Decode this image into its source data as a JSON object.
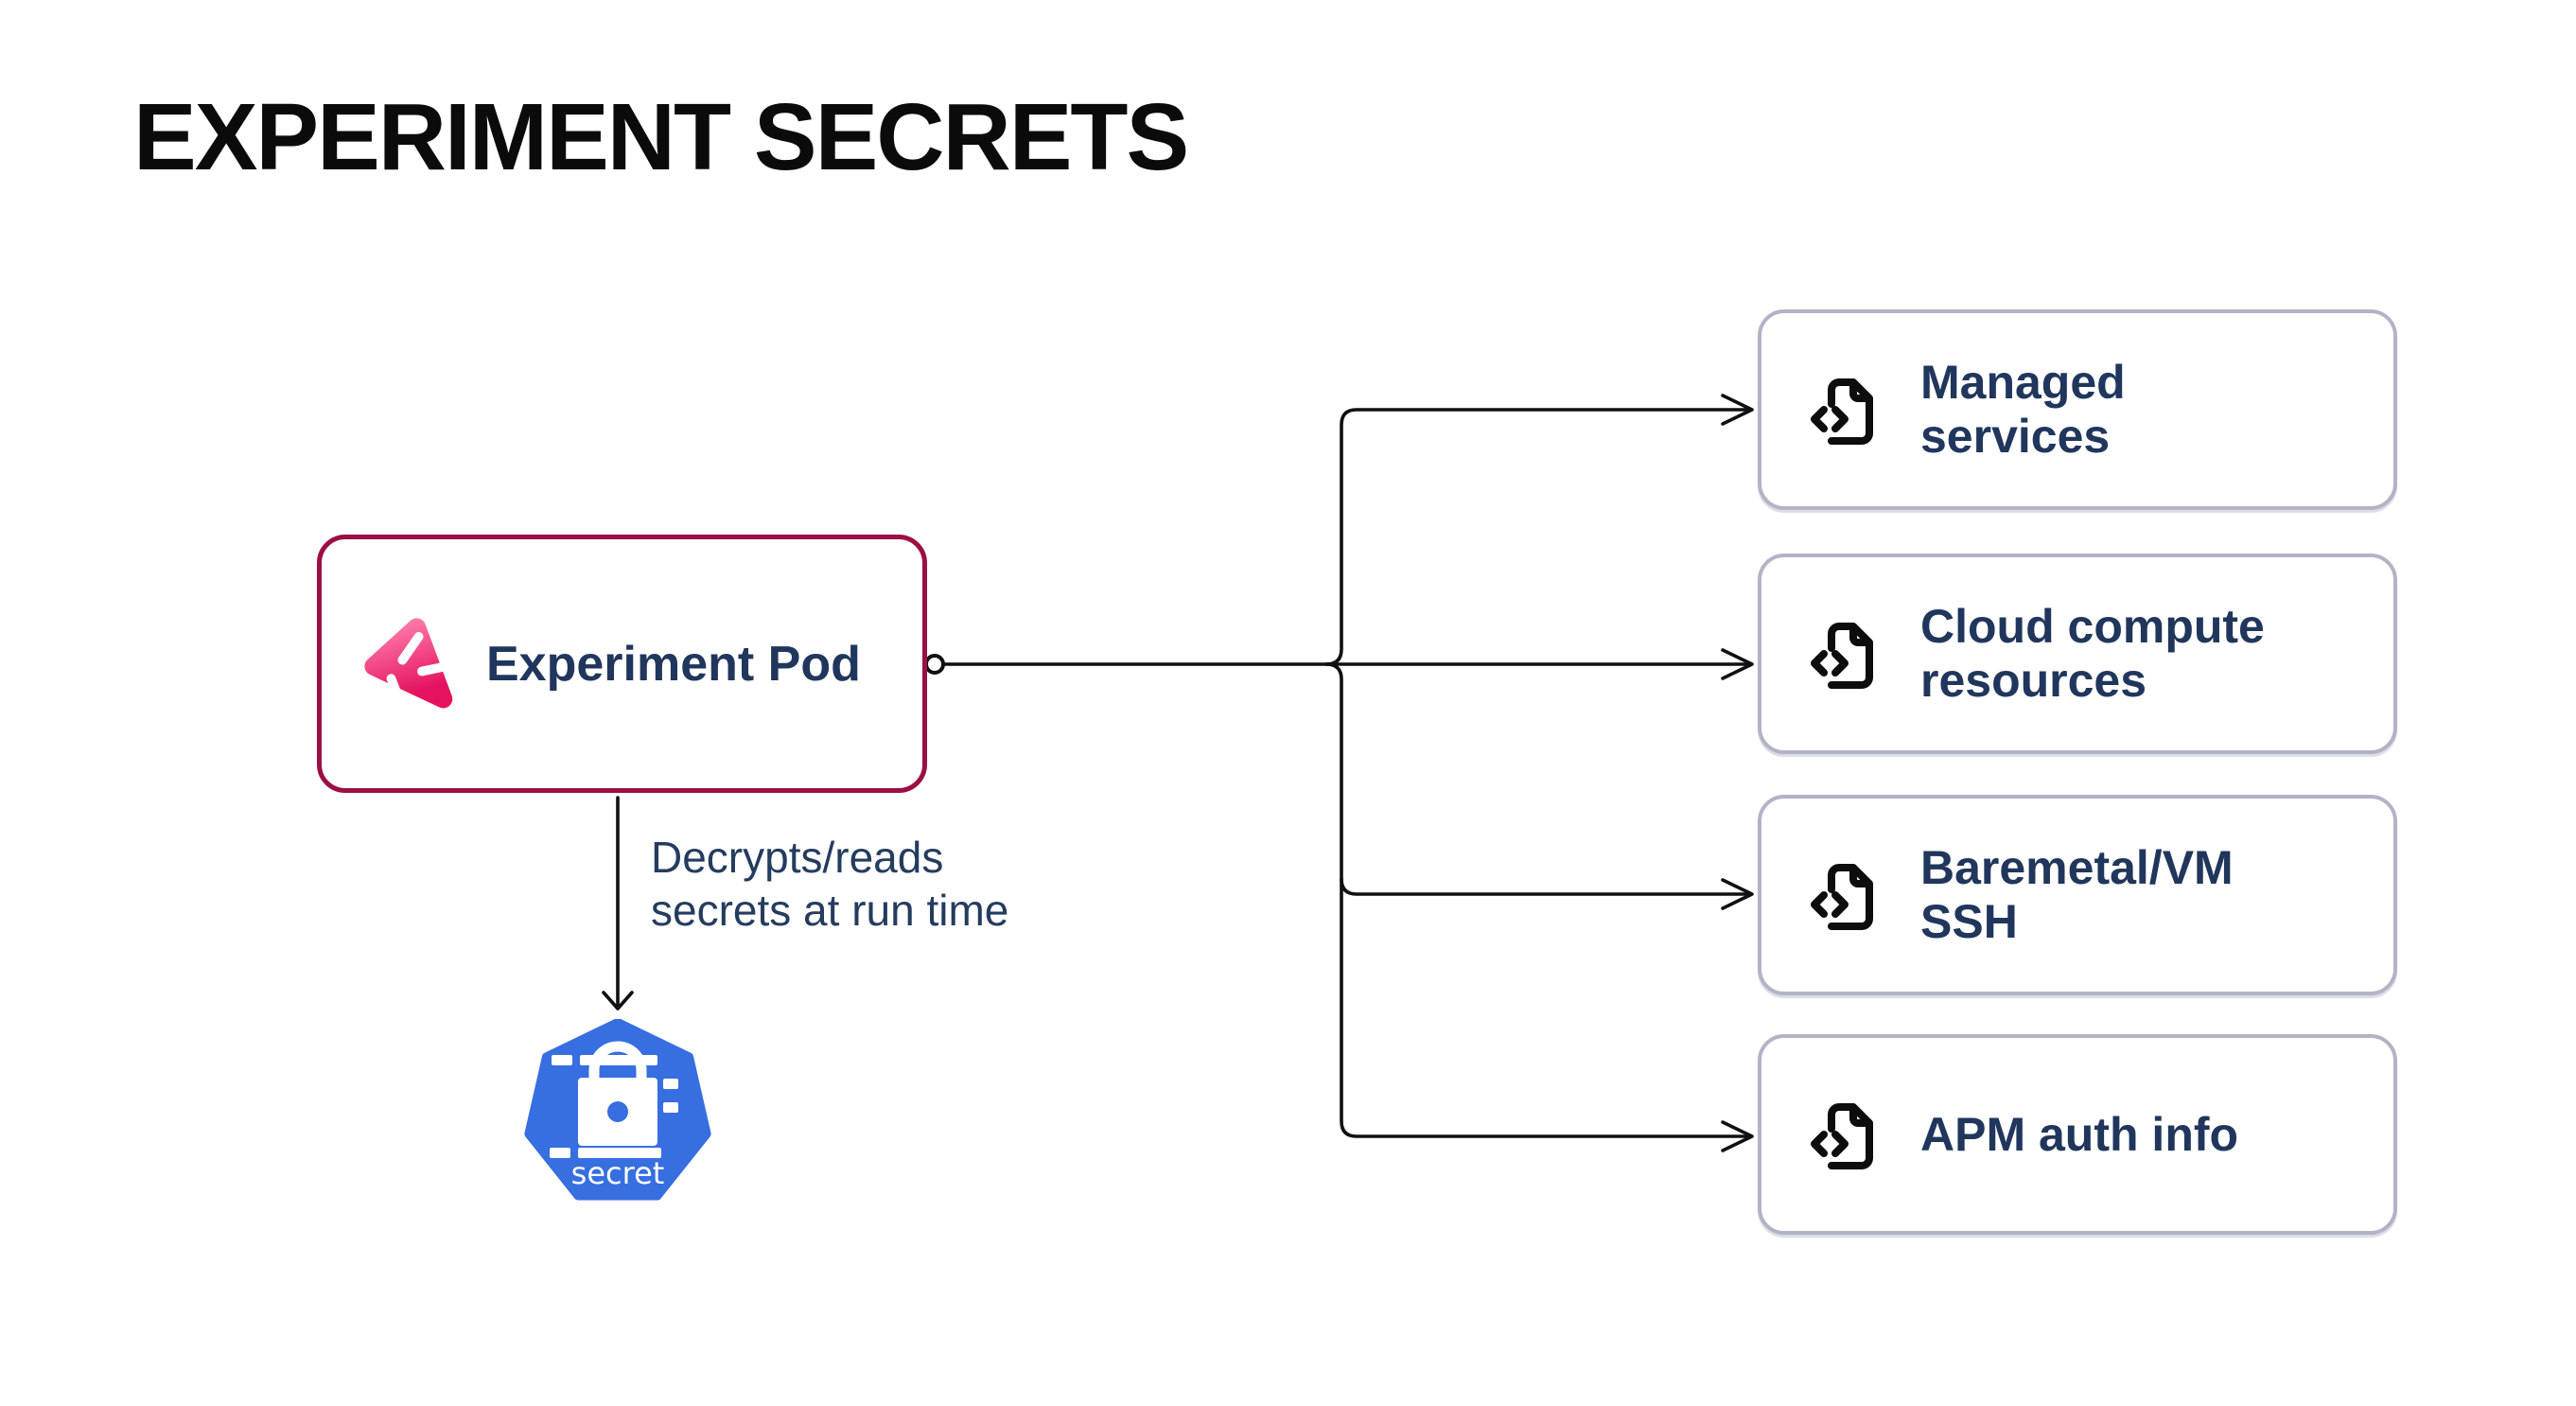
{
  "title": "EXPERIMENT SECRETS",
  "pod": {
    "label": "Experiment Pod",
    "icon": "litmus-pod-icon",
    "border_color": "#9b0f45",
    "icon_gradient": [
      "#ff7fae",
      "#e5135e"
    ]
  },
  "edge_pod_to_secret": {
    "caption_line1": "Decrypts/reads",
    "caption_line2": "secrets at run time"
  },
  "secret": {
    "label": "secret",
    "icon": "kubernetes-secret-icon",
    "color": "#376ee0"
  },
  "targets": [
    {
      "label": "Managed services",
      "icon": "file-code-icon"
    },
    {
      "label": "Cloud compute resources",
      "icon": "file-code-icon"
    },
    {
      "label": "Baremetal/VM SSH",
      "icon": "file-code-icon"
    },
    {
      "label": "APM auth info",
      "icon": "file-code-icon"
    }
  ],
  "colors": {
    "connector": "#101010",
    "label_text": "#20365c",
    "target_border": "#b3b3c6",
    "background": "#ffffff"
  }
}
